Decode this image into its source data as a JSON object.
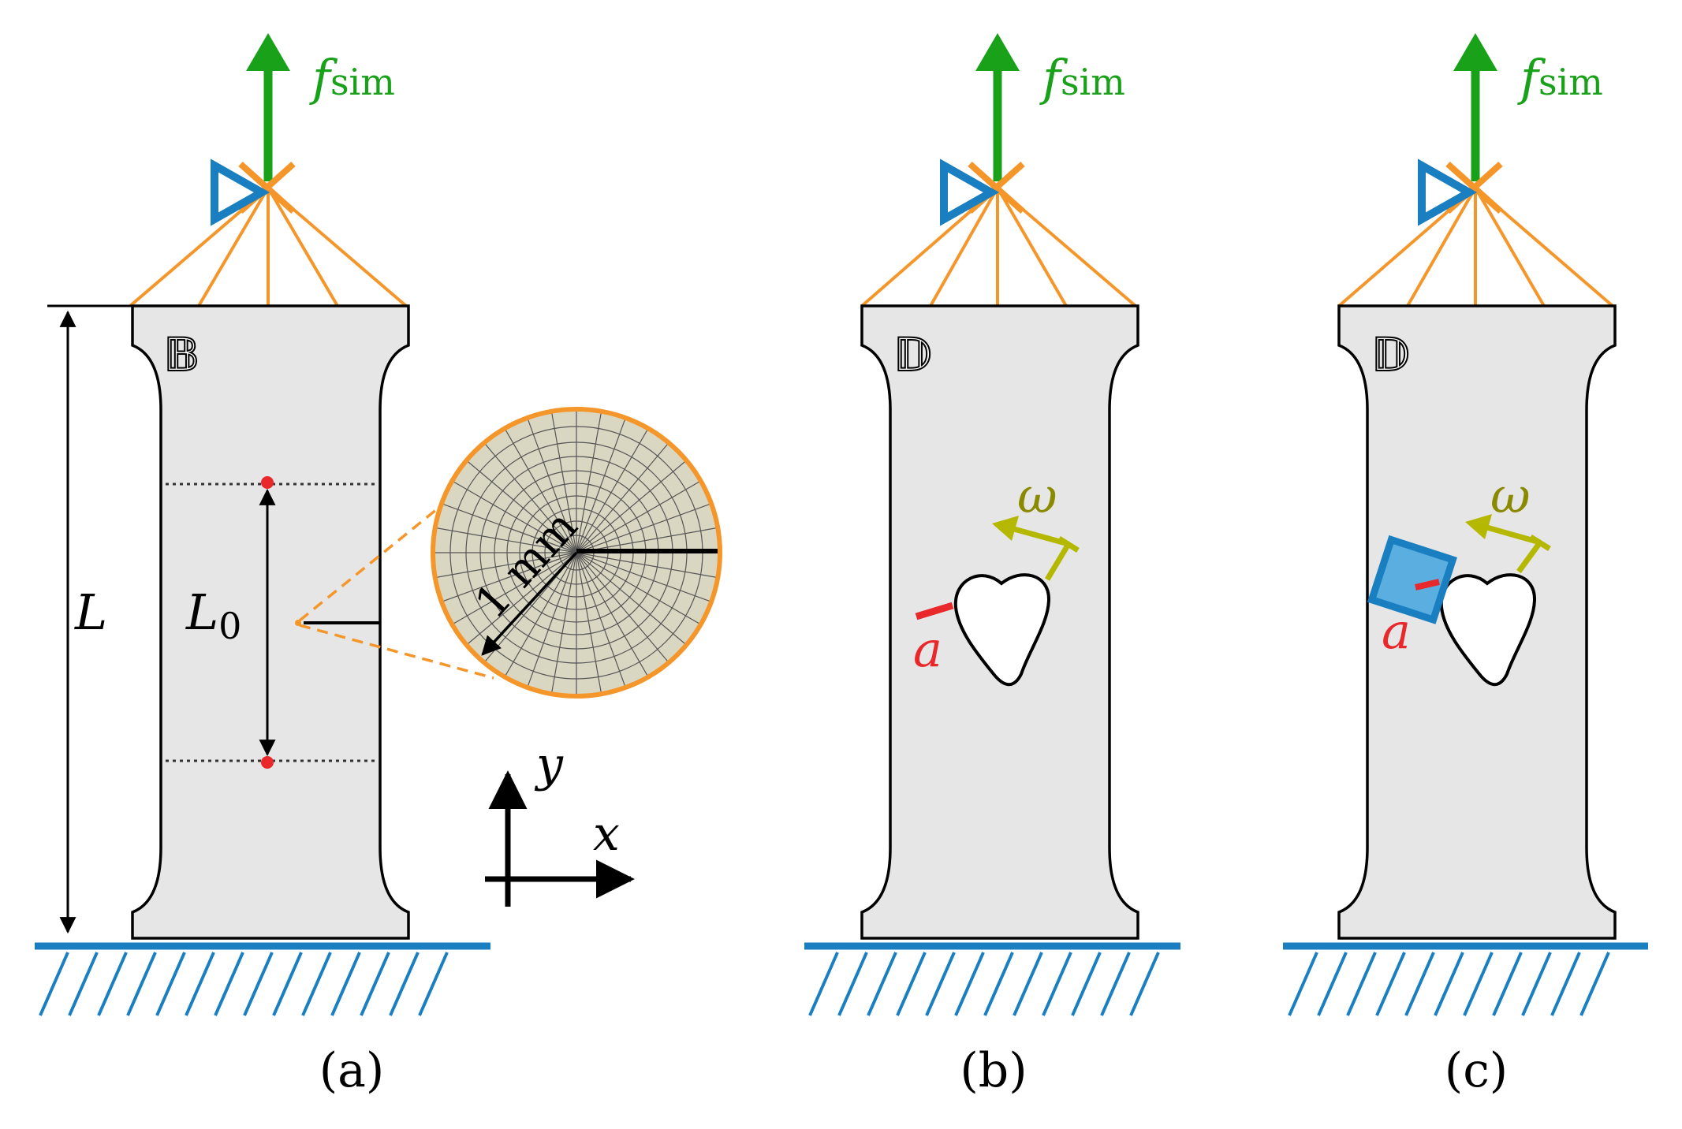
{
  "labels": {
    "force_symbol": "f",
    "force_subscript": "sim",
    "length": "L",
    "gauge_length": "L",
    "gauge_subscript": "0",
    "domain_a": "𝔹",
    "domain_b": "𝔻",
    "domain_c": "𝔻",
    "zoom_scale": "1 mm",
    "axis_x": "x",
    "axis_y": "y",
    "crack_length": "a",
    "rotation": "ω"
  },
  "captions": {
    "a": "(a)",
    "b": "(b)",
    "c": "(c)"
  },
  "colors": {
    "force": "#1aa11a",
    "coupling": "#f5962a",
    "support": "#1a7fc0",
    "specimen_fill": "#e6e6e6",
    "crack": "#e8282a",
    "rotation": "#b5b800",
    "mesh_fill": "#d9d6c2",
    "extensometer_dot": "#e8282a"
  }
}
